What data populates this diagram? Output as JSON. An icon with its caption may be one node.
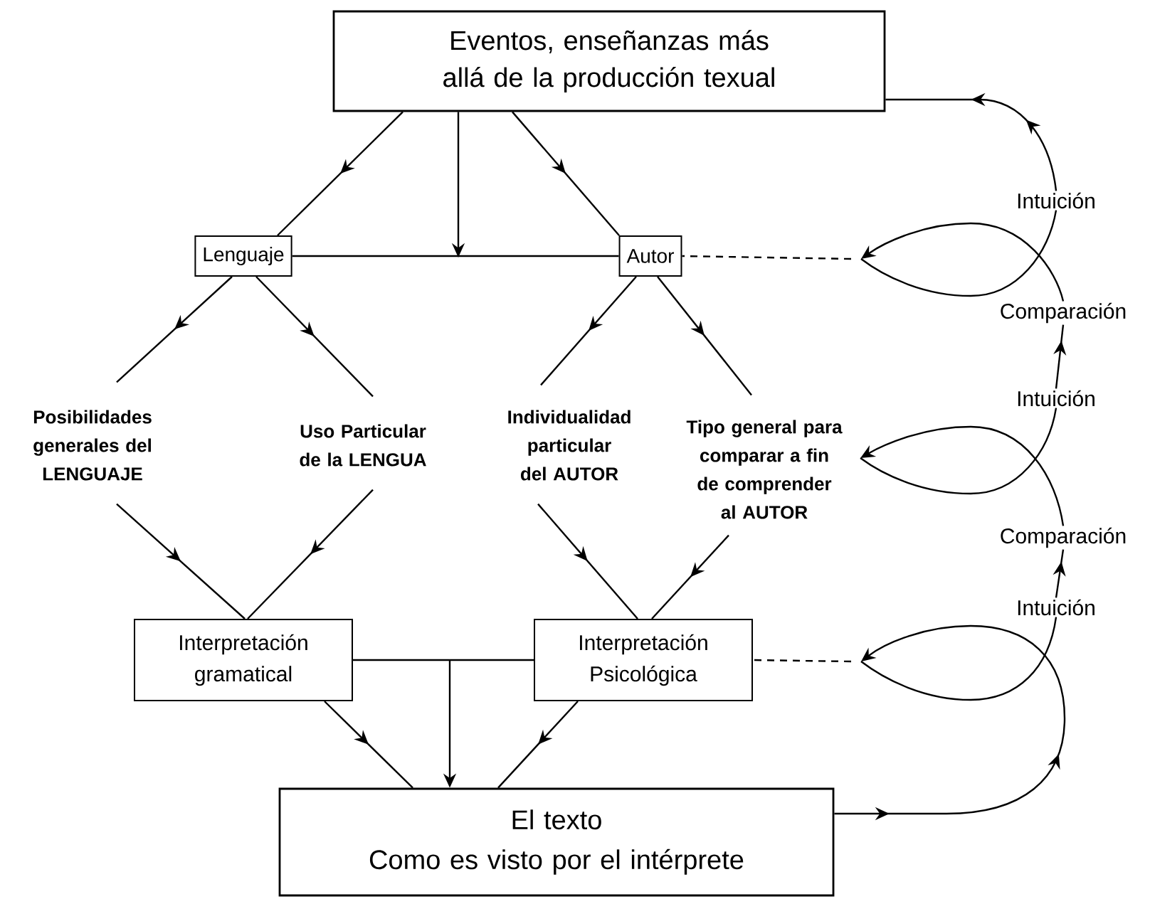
{
  "diagram": {
    "nodes": [
      {
        "text": [
          "Eventos, enseñanzas más allá de la producción texual"
        ]
      },
      {
        "text": [
          "Lenguaje"
        ]
      },
      {
        "text": [
          "Autor"
        ]
      },
      {
        "text": [
          "Posibilidades generales del LENGUAJE"
        ]
      },
      {
        "text": [
          "Uso Particular de la LENGUA"
        ]
      },
      {
        "text": [
          "Individualidad particular del AUTOR"
        ]
      },
      {
        "text": [
          "Tipo general para comparar a fin de comprender al AUTOR"
        ]
      },
      {
        "text": [
          "Interpretación gramatical"
        ]
      },
      {
        "text": [
          "Interpretación Psicológica"
        ]
      },
      {
        "text": [
          "El texto",
          "Como es visto por el intérprete"
        ]
      },
      {
        "text": [
          "Intuición"
        ]
      },
      {
        "text": [
          "Comparación"
        ]
      },
      {
        "text": [
          "Intuición"
        ]
      },
      {
        "text": [
          "Comparación"
        ]
      },
      {
        "text": [
          "Intuición"
        ]
      }
    ],
    "edges": [
      {
        "from": 0,
        "to": 1,
        "arrow": "to"
      },
      {
        "from": 0,
        "to": 2,
        "arrow": "to"
      },
      {
        "from": 0,
        "to": null,
        "arrow": "to"
      },
      {
        "from": 1,
        "to": 2,
        "arrow": "none"
      },
      {
        "from": 1,
        "to": 3,
        "arrow": "to"
      },
      {
        "from": 1,
        "to": 4,
        "arrow": "to"
      },
      {
        "from": 2,
        "to": 5,
        "arrow": "to"
      },
      {
        "from": 2,
        "to": 6,
        "arrow": "to"
      },
      {
        "from": 3,
        "to": 7,
        "arrow": "to"
      },
      {
        "from": 4,
        "to": 7,
        "arrow": "to"
      },
      {
        "from": 5,
        "to": 8,
        "arrow": "to"
      },
      {
        "from": 6,
        "to": 8,
        "arrow": "to"
      },
      {
        "from": 7,
        "to": 8,
        "arrow": "none"
      },
      {
        "from": null,
        "to": 9,
        "arrow": "to"
      },
      {
        "from": 7,
        "to": 9,
        "arrow": "to"
      },
      {
        "from": 8,
        "to": 9,
        "arrow": "to"
      },
      {
        "from": 9,
        "to": null,
        "arrow": "to"
      },
      {
        "from": null,
        "to": 14,
        "arrow": "none"
      },
      {
        "from": null,
        "to": 8,
        "arrow": "none",
        "style": "dashed"
      },
      {
        "from": 14,
        "to": 13,
        "arrow": "to"
      },
      {
        "from": 13,
        "to": 6,
        "arrow": "to"
      },
      {
        "from": 6,
        "to": 12,
        "arrow": "none"
      },
      {
        "from": 12,
        "to": 11,
        "arrow": "to"
      },
      {
        "from": 11,
        "to": null,
        "arrow": "to"
      },
      {
        "from": null,
        "to": 10,
        "arrow": "none"
      },
      {
        "from": null,
        "to": 2,
        "arrow": "none",
        "style": "dashed"
      },
      {
        "from": 10,
        "to": 0,
        "arrow": "to"
      }
    ]
  }
}
